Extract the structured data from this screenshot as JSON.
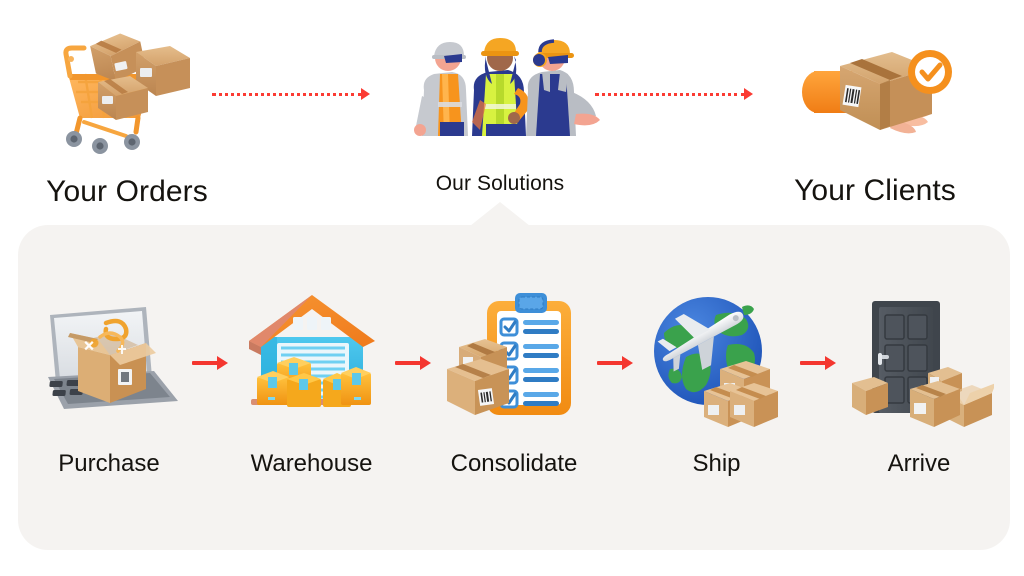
{
  "top_flow": {
    "nodes": [
      {
        "id": "your-orders",
        "label": "Your Orders",
        "icon": "shopping-cart-with-boxes-icon"
      },
      {
        "id": "our-solutions",
        "label": "Our Solutions",
        "icon": "three-warehouse-workers-icon"
      },
      {
        "id": "your-clients",
        "label": "Your Clients",
        "icon": "hand-holding-verified-box-icon"
      }
    ],
    "connectors": [
      {
        "id": "orders-to-solutions",
        "style": "dotted-arrow",
        "color": "#fb3b33"
      },
      {
        "id": "solutions-to-clients",
        "style": "dotted-arrow",
        "color": "#fb3b33"
      }
    ]
  },
  "process_panel": {
    "background": "#f5f3f1",
    "pointer": "up-triangle-notch",
    "arrow_color": "#f4362f",
    "steps": [
      {
        "id": "purchase",
        "label": "Purchase",
        "icon": "laptop-with-open-box-icon"
      },
      {
        "id": "warehouse",
        "label": "Warehouse",
        "icon": "warehouse-building-with-boxes-icon"
      },
      {
        "id": "consolidate",
        "label": "Consolidate",
        "icon": "clipboard-checklist-with-boxes-icon"
      },
      {
        "id": "ship",
        "label": "Ship",
        "icon": "globe-airplane-with-boxes-icon"
      },
      {
        "id": "arrive",
        "label": "Arrive",
        "icon": "front-door-with-delivered-boxes-icon"
      }
    ]
  },
  "colors": {
    "page_background": "#ffffff",
    "panel_background": "#f5f3f1",
    "accent_red": "#f4362f",
    "dotted_red": "#fb3b33",
    "text": "#15130f",
    "orange": "#f5921e",
    "cardboard": "#d9a46a",
    "cyan": "#2bbbe8",
    "blue": "#2f6fd0",
    "green": "#3fa64b",
    "door_gray": "#4b5158"
  }
}
